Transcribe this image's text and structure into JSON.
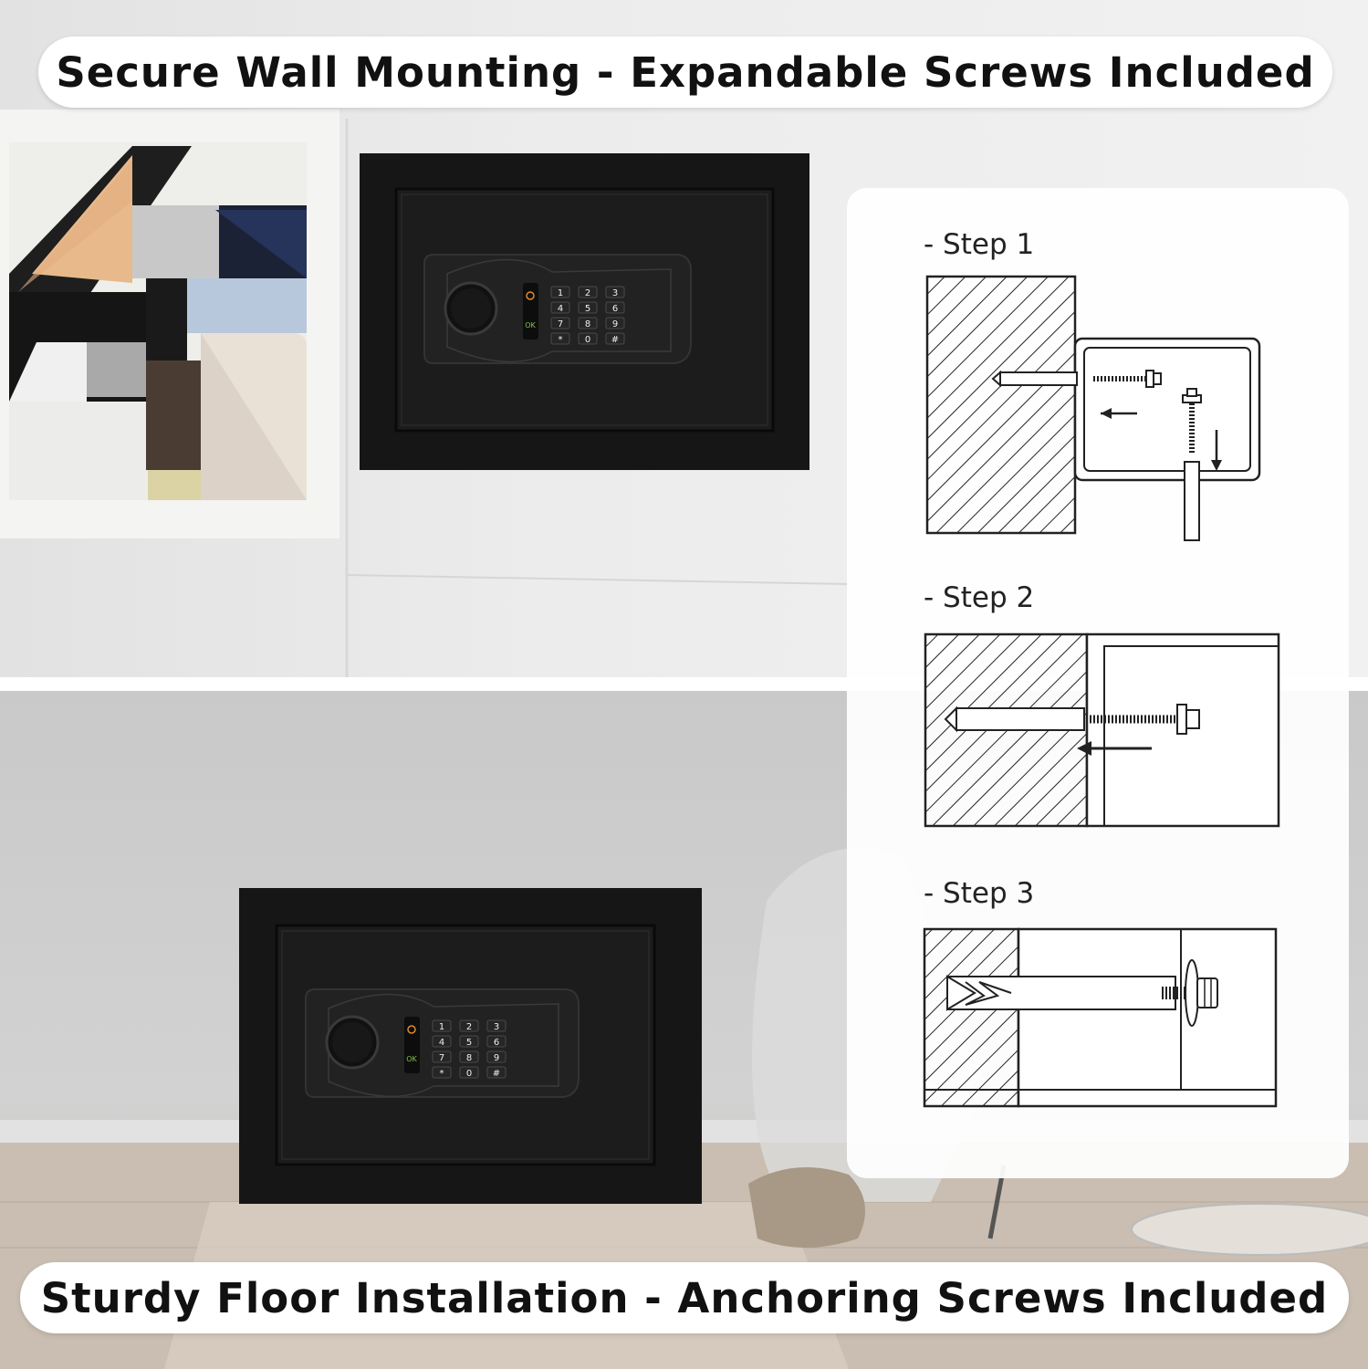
{
  "top_banner": {
    "text": "Secure Wall Mounting - Expandable Screws Included"
  },
  "bottom_banner": {
    "text": "Sturdy Floor Installation - Anchoring Screws Included"
  },
  "steps": [
    {
      "label": "- Step 1"
    },
    {
      "label": "- Step 2"
    },
    {
      "label": "- Step 3"
    }
  ],
  "keypad": {
    "keys": [
      "1",
      "2",
      "3",
      "4",
      "5",
      "6",
      "7",
      "8",
      "9",
      "*",
      "0",
      "#"
    ],
    "ok_label": "OK"
  },
  "colors": {
    "safe_body": "#161616",
    "safe_door": "#1c1c1c",
    "banner_bg": "#ffffff",
    "banner_text": "#111111",
    "diagram_line": "#222222"
  }
}
